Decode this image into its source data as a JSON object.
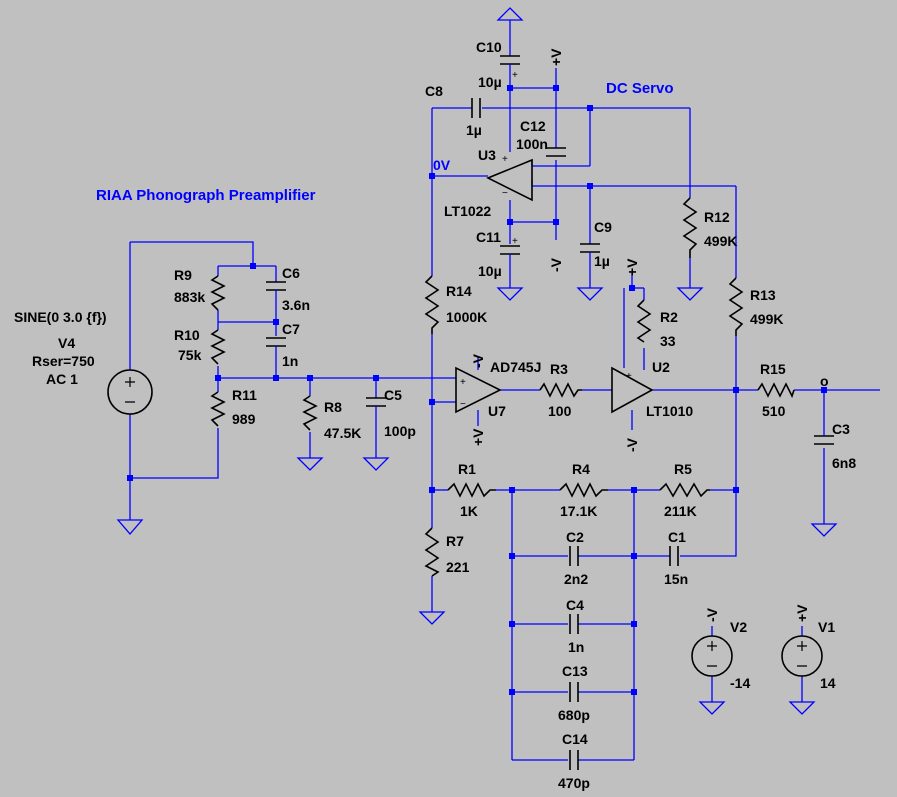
{
  "labels": {
    "title_riaa": "RIAA Phonograph Preamplifier",
    "title_servo": "DC Servo",
    "net_0v": "0V",
    "out_node": "o",
    "c10": "C10",
    "c10_val": "10µ",
    "c8": "C8",
    "c8_val": "1µ",
    "c12": "C12",
    "c12_val": "100n",
    "u3": "U3",
    "u3_part": "LT1022",
    "c11": "C11",
    "c11_val": "10µ",
    "c9": "C9",
    "c9_val": "1µ",
    "r12": "R12",
    "r12_val": "499K",
    "r13": "R13",
    "r13_val": "499K",
    "r14": "R14",
    "r14_val": "1000K",
    "r2": "R2",
    "r2_val": "33",
    "u2": "U2",
    "u2_part": "LT1010",
    "u7": "U7",
    "u7_part": "AD745J",
    "r3": "R3",
    "r3_val": "100",
    "r15": "R15",
    "r15_val": "510",
    "c3": "C3",
    "c3_val": "6n8",
    "r9": "R9",
    "r9_val": "883k",
    "r10": "R10",
    "r10_val": "75k",
    "r11": "R11",
    "r11_val": "989",
    "c6": "C6",
    "c6_val": "3.6n",
    "c7": "C7",
    "c7_val": "1n",
    "r8": "R8",
    "r8_val": "47.5K",
    "c5": "C5",
    "c5_val": "100p",
    "v4_spec": "SINE(0 3.0 {f})",
    "v4": "V4",
    "v4_rser": "Rser=750",
    "v4_ac": "AC 1",
    "r1": "R1",
    "r1_val": "1K",
    "r4": "R4",
    "r4_val": "17.1K",
    "r5": "R5",
    "r5_val": "211K",
    "r7": "R7",
    "r7_val": "221",
    "c2": "C2",
    "c2_val": "2n2",
    "c1": "C1",
    "c1_val": "15n",
    "c4": "C4",
    "c4_val": "1n",
    "c13": "C13",
    "c13_val": "680p",
    "c14": "C14",
    "c14_val": "470p",
    "v2": "V2",
    "v2_val": "-14",
    "v1": "V1",
    "v1_val": "14",
    "pos_rail": "+V",
    "neg_rail": "-V",
    "plus_sign": "+",
    "minus_sign": "−"
  },
  "colors": {
    "background": "#c0c0c0",
    "wire": "#0000ff",
    "component": "#000000",
    "title": "#0000ff"
  }
}
